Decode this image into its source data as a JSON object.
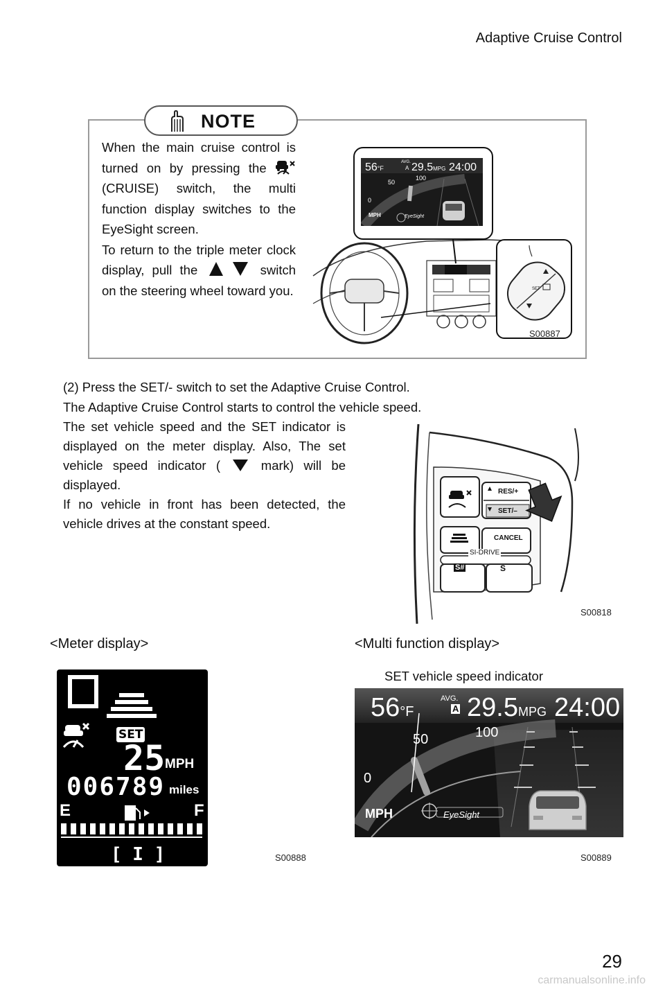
{
  "header": {
    "title": "Adaptive Cruise Control"
  },
  "note": {
    "label": "NOTE",
    "para1_a": "When the main cruise control is turned on by pressing the",
    "para1_b": "(CRUISE) switch, the multi function display switches to the EyeSight screen.",
    "para2_a": "To return to the triple meter clock display, pull the",
    "para2_b": "switch on the steering wheel toward you.",
    "figure_code": "S00887",
    "screen": {
      "temp": "56",
      "temp_unit": "°F",
      "avg": "AVG.",
      "avg_mark": "A",
      "mpg_value": "29.5",
      "mpg_unit": "MPG",
      "clock": "24:00",
      "tick_0": "0",
      "tick_50": "50",
      "tick_100": "100",
      "unit": "MPH",
      "brand": "EyeSight"
    },
    "switch_set": "SET"
  },
  "step2": {
    "heading": "(2) Press the SET/- switch to set the Adaptive Cruise Control.",
    "line1": "The Adaptive Cruise Control starts to control the vehicle speed.",
    "p1a": "The set vehicle speed and the SET indicator is displayed on the meter display. Also, The set vehicle speed indicator (",
    "p1b": "mark) will be displayed.",
    "p2": "If no vehicle in front has been detected, the vehicle drives at the constant speed.",
    "figure_code": "S00818",
    "switch": {
      "res": "RES/+",
      "set": "SET/–",
      "cancel": "CANCEL",
      "si_drive": "SI-DRIVE",
      "s_sharp": "S#",
      "s": "S"
    }
  },
  "meter": {
    "caption": "<Meter display>",
    "set_badge": "SET",
    "speed": "25",
    "speed_unit": "MPH",
    "odometer": "006789",
    "odo_unit": "miles",
    "fuel_e": "E",
    "fuel_f": "F",
    "gear": "[ I ]",
    "figure_code": "S00888"
  },
  "mfd": {
    "caption": "<Multi function display>",
    "indicator_label": "SET vehicle speed indicator",
    "temp": "56",
    "temp_unit": "°F",
    "avg": "AVG.",
    "avg_mark": "A",
    "mpg_value": "29.5",
    "mpg_unit": "MPG",
    "clock": "24:00",
    "tick_0": "0",
    "tick_50": "50",
    "tick_100": "100",
    "unit": "MPH",
    "brand": "EyeSight",
    "figure_code": "S00889"
  },
  "page_number": "29",
  "watermark": "carmanualsonline.info"
}
